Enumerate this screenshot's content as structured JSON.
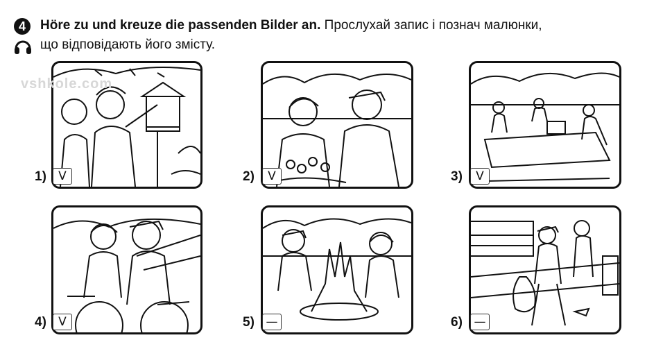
{
  "task": {
    "number": "4",
    "instruction_de": "Höre zu und kreuze die passenden Bilder an.",
    "instruction_ua_1": "Прослухай запис і познач малюнки,",
    "instruction_ua_2": "що відповідають його змісту."
  },
  "watermark": "vshkole.com",
  "pictures": [
    {
      "label": "1)",
      "mark": "V"
    },
    {
      "label": "2)",
      "mark": "V"
    },
    {
      "label": "3)",
      "mark": "V"
    },
    {
      "label": "4)",
      "mark": "V"
    },
    {
      "label": "5)",
      "mark": "—"
    },
    {
      "label": "6)",
      "mark": "—"
    }
  ],
  "icons": [
    "headphones-icon"
  ]
}
